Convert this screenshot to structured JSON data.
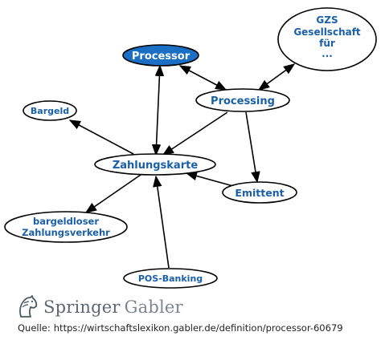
{
  "nodes": {
    "processor": "Processor",
    "gzs": [
      "GZS",
      "Gesellschaft",
      "für",
      "..."
    ],
    "processing": "Processing",
    "bargeld": "Bargeld",
    "zahlungskarte": "Zahlungskarte",
    "emittent": "Emittent",
    "bargeldloser": [
      "bargeldloser",
      "Zahlungsverkehr"
    ],
    "pos_banking": "POS-Banking"
  },
  "brand": {
    "name_bold": "Springer",
    "name_light": "Gabler"
  },
  "source": {
    "label": "Quelle:",
    "url": "https://wirtschaftslexikon.gabler.de/definition/processor-60679"
  },
  "colors": {
    "node_text": "#1a5fa8",
    "active_fill": "#1a6fc4",
    "stroke": "#000000"
  }
}
